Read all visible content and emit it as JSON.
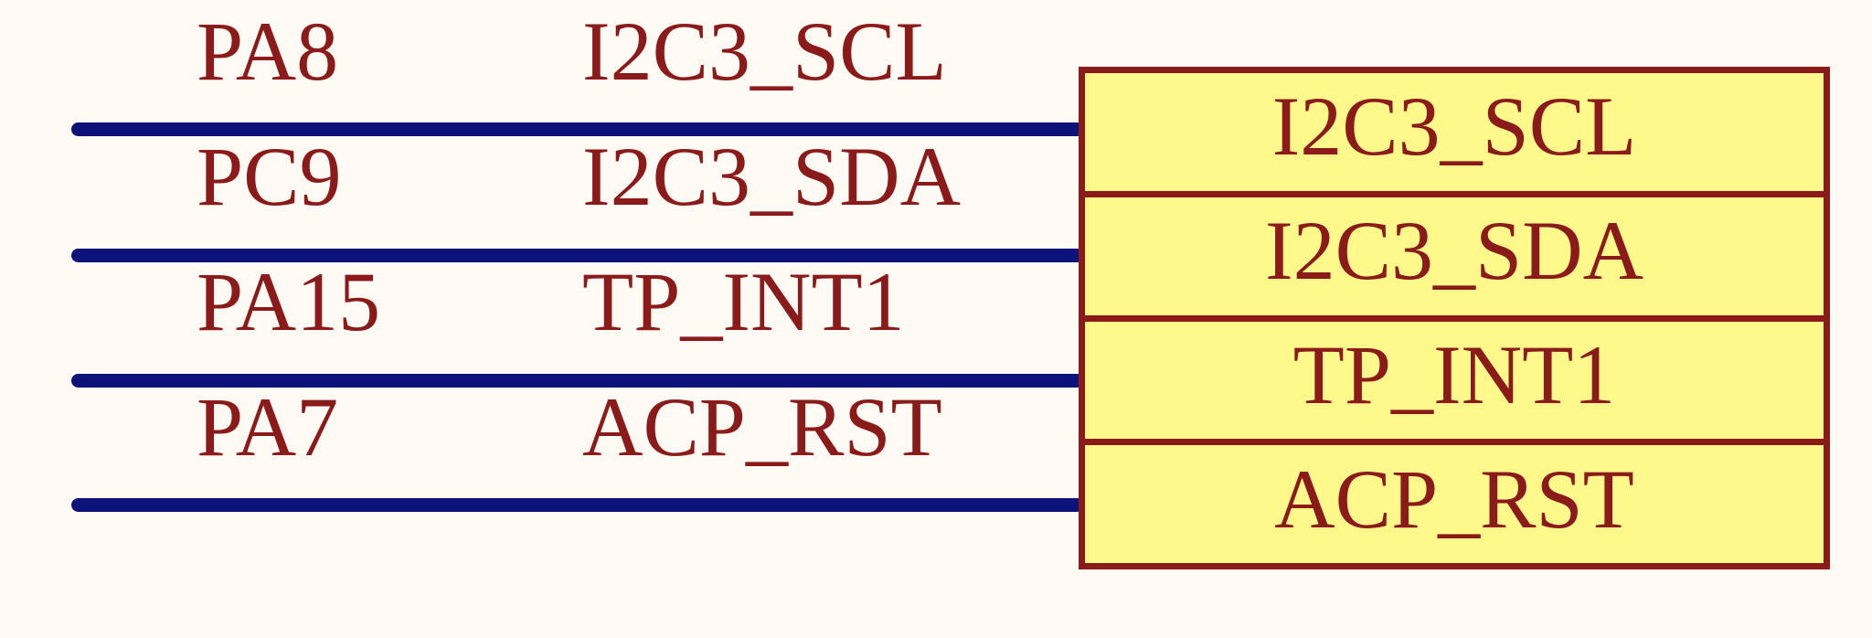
{
  "diagram": {
    "title": "Schematic net connection block",
    "background_color": "#FDFBF4",
    "wire_color": "#0C1278",
    "text_color": "#8B1A1A",
    "block_fill_color": "#FFF98C",
    "block_border_color": "#8B1A1A"
  },
  "nets": [
    {
      "pin": "PA8",
      "net": "I2C3_SCL",
      "connector_label": "I2C3_SCL"
    },
    {
      "pin": "PC9",
      "net": "I2C3_SDA",
      "connector_label": "I2C3_SDA"
    },
    {
      "pin": "PA15",
      "net": "TP_INT1",
      "connector_label": "TP_INT1"
    },
    {
      "pin": "PA7",
      "net": "ACP_RST",
      "connector_label": "ACP_RST"
    }
  ]
}
